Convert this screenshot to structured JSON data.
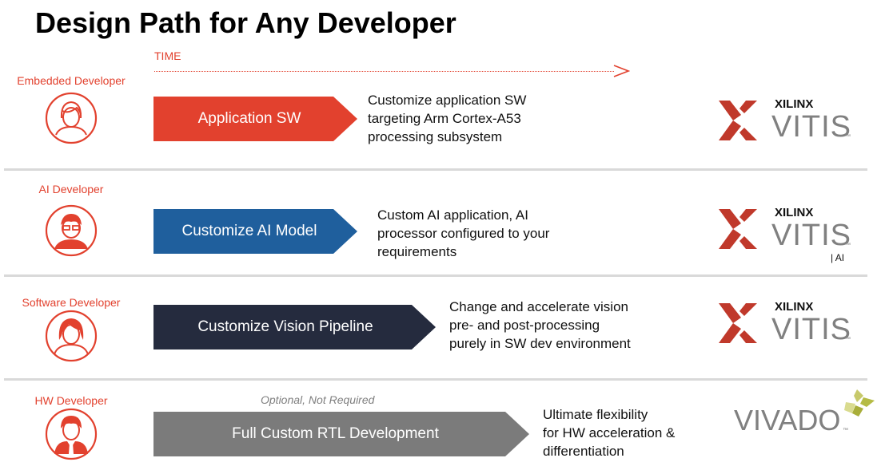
{
  "title": "Design Path for Any Developer",
  "timeline": {
    "label": "TIME"
  },
  "colors": {
    "accent": "#e2412e",
    "application_sw": "#e2412e",
    "customize_ai": "#1f5f9d",
    "vision_pipeline": "#252b3e",
    "rtl": "#7b7b7b",
    "logo_red": "#c0392b",
    "logo_gray": "#808080"
  },
  "rows": [
    {
      "developer": "Embedded Developer",
      "icon": "user-icon",
      "step": "Application SW",
      "description": "Customize application SW\ntargeting Arm Cortex-A53\nprocessing subsystem",
      "brand": {
        "company": "XILINX",
        "product": "VITIS",
        "tm": "™"
      }
    },
    {
      "developer": "AI Developer",
      "icon": "user-glasses-icon",
      "step": "Customize AI Model",
      "description": "Custom AI application, AI\nprocessor configured to your\nrequirements",
      "brand": {
        "company": "XILINX",
        "product": "VITIS",
        "tm": "™",
        "suffix": "| AI"
      }
    },
    {
      "developer": "Software Developer",
      "icon": "user-female-icon",
      "step": "Customize Vision Pipeline",
      "description": "Change and accelerate vision\npre- and post-processing\npurely in SW dev environment",
      "brand": {
        "company": "XILINX",
        "product": "VITIS",
        "tm": "™"
      }
    },
    {
      "developer": "HW Developer",
      "icon": "user-tie-icon",
      "note": "Optional, Not Required",
      "step": "Full Custom RTL Development",
      "description": "Ultimate flexibility\nfor HW acceleration &\ndifferentiation",
      "brand": {
        "product": "VIVADO",
        "tm": "™"
      }
    }
  ]
}
